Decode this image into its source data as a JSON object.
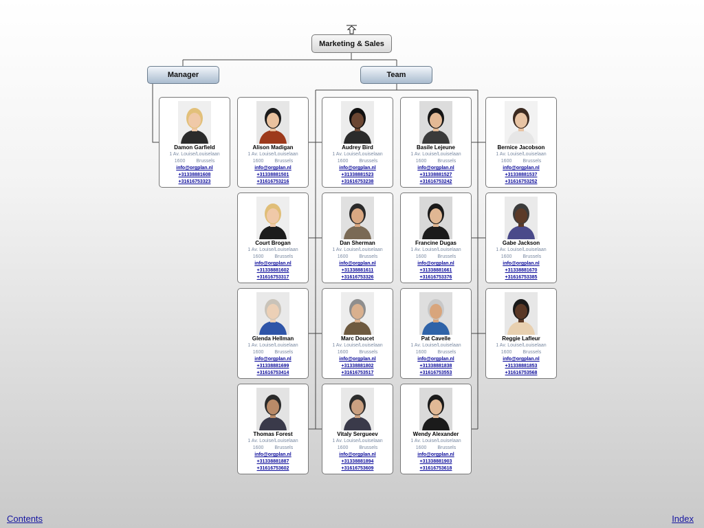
{
  "chart": {
    "root": "Marketing & Sales",
    "manager": "Manager",
    "team": "Team"
  },
  "people": [
    {
      "name": "Damon Garfield",
      "street": "1 Av. Louise/Louiselaan",
      "postcode": "1600",
      "city": "Brussels",
      "email": "info@orgplan.nl",
      "phone": "+31338881608",
      "mobile": "+31616753323"
    },
    {
      "name": "Alison Madigan",
      "street": "1 Av. Louise/Louiselaan",
      "postcode": "1600",
      "city": "Brussels",
      "email": "info@orgplan.nl",
      "phone": "+31338881501",
      "mobile": "+31616753216"
    },
    {
      "name": "Audrey Bird",
      "street": "1 Av. Louise/Louiselaan",
      "postcode": "1600",
      "city": "Brussels",
      "email": "info@orgplan.nl",
      "phone": "+31338881523",
      "mobile": "+31616753238"
    },
    {
      "name": "Basile Lejeune",
      "street": "1 Av. Louise/Louiselaan",
      "postcode": "1600",
      "city": "Brussels",
      "email": "info@orgplan.nl",
      "phone": "+31338881527",
      "mobile": "+31616753242"
    },
    {
      "name": "Bernice Jacobson",
      "street": "1 Av. Louise/Louiselaan",
      "postcode": "1600",
      "city": "Brussels",
      "email": "info@orgplan.nl",
      "phone": "+31338881537",
      "mobile": "+31616753252"
    },
    {
      "name": "Court Brogan",
      "street": "1 Av. Louise/Louiselaan",
      "postcode": "1600",
      "city": "Brussels",
      "email": "info@orgplan.nl",
      "phone": "+31338881602",
      "mobile": "+31616753317"
    },
    {
      "name": "Dan Sherman",
      "street": "1 Av. Louise/Louiselaan",
      "postcode": "1600",
      "city": "Brussels",
      "email": "info@orgplan.nl",
      "phone": "+31338881611",
      "mobile": "+31616753326"
    },
    {
      "name": "Francine Dugas",
      "street": "1 Av. Louise/Louiselaan",
      "postcode": "1600",
      "city": "Brussels",
      "email": "info@orgplan.nl",
      "phone": "+31338881661",
      "mobile": "+31616753376"
    },
    {
      "name": "Gabe Jackson",
      "street": "1 Av. Louise/Louiselaan",
      "postcode": "1600",
      "city": "Brussels",
      "email": "info@orgplan.nl",
      "phone": "+31338881670",
      "mobile": "+31616753385"
    },
    {
      "name": "Glenda Hellman",
      "street": "1 Av. Louise/Louiselaan",
      "postcode": "1600",
      "city": "Brussels",
      "email": "info@orgplan.nl",
      "phone": "+31338881699",
      "mobile": "+31616753414"
    },
    {
      "name": "Marc Doucet",
      "street": "1 Av. Louise/Louiselaan",
      "postcode": "1600",
      "city": "Brussels",
      "email": "info@orgplan.nl",
      "phone": "+31338881802",
      "mobile": "+31616753517"
    },
    {
      "name": "Pat Cavelle",
      "street": "1 Av. Louise/Louiselaan",
      "postcode": "1600",
      "city": "Brussels",
      "email": "info@orgplan.nl",
      "phone": "+31338881838",
      "mobile": "+31616753553"
    },
    {
      "name": "Reggie Lafleur",
      "street": "1 Av. Louise/Louiselaan",
      "postcode": "1600",
      "city": "Brussels",
      "email": "info@orgplan.nl",
      "phone": "+31338881853",
      "mobile": "+31616753568"
    },
    {
      "name": "Thomas Forest",
      "street": "1 Av. Louise/Louiselaan",
      "postcode": "1600",
      "city": "Brussels",
      "email": "info@orgplan.nl",
      "phone": "+31338881887",
      "mobile": "+31616753602"
    },
    {
      "name": "Vitaly Sergueev",
      "street": "1 Av. Louise/Louiselaan",
      "postcode": "1600",
      "city": "Brussels",
      "email": "info@orgplan.nl",
      "phone": "+31338881894",
      "mobile": "+31616753609"
    },
    {
      "name": "Wendy Alexander",
      "street": "1 Av. Louise/Louiselaan",
      "postcode": "1600",
      "city": "Brussels",
      "email": "info@orgplan.nl",
      "phone": "+31338881903",
      "mobile": "+31616753618"
    }
  ],
  "footer": {
    "contents": "Contents",
    "index": "Index"
  },
  "colors": {
    "link": "#0a0a9a",
    "address": "#7a8aa2",
    "subunit": "#aabccf"
  },
  "icons": {
    "up": "up-arrow-icon"
  }
}
